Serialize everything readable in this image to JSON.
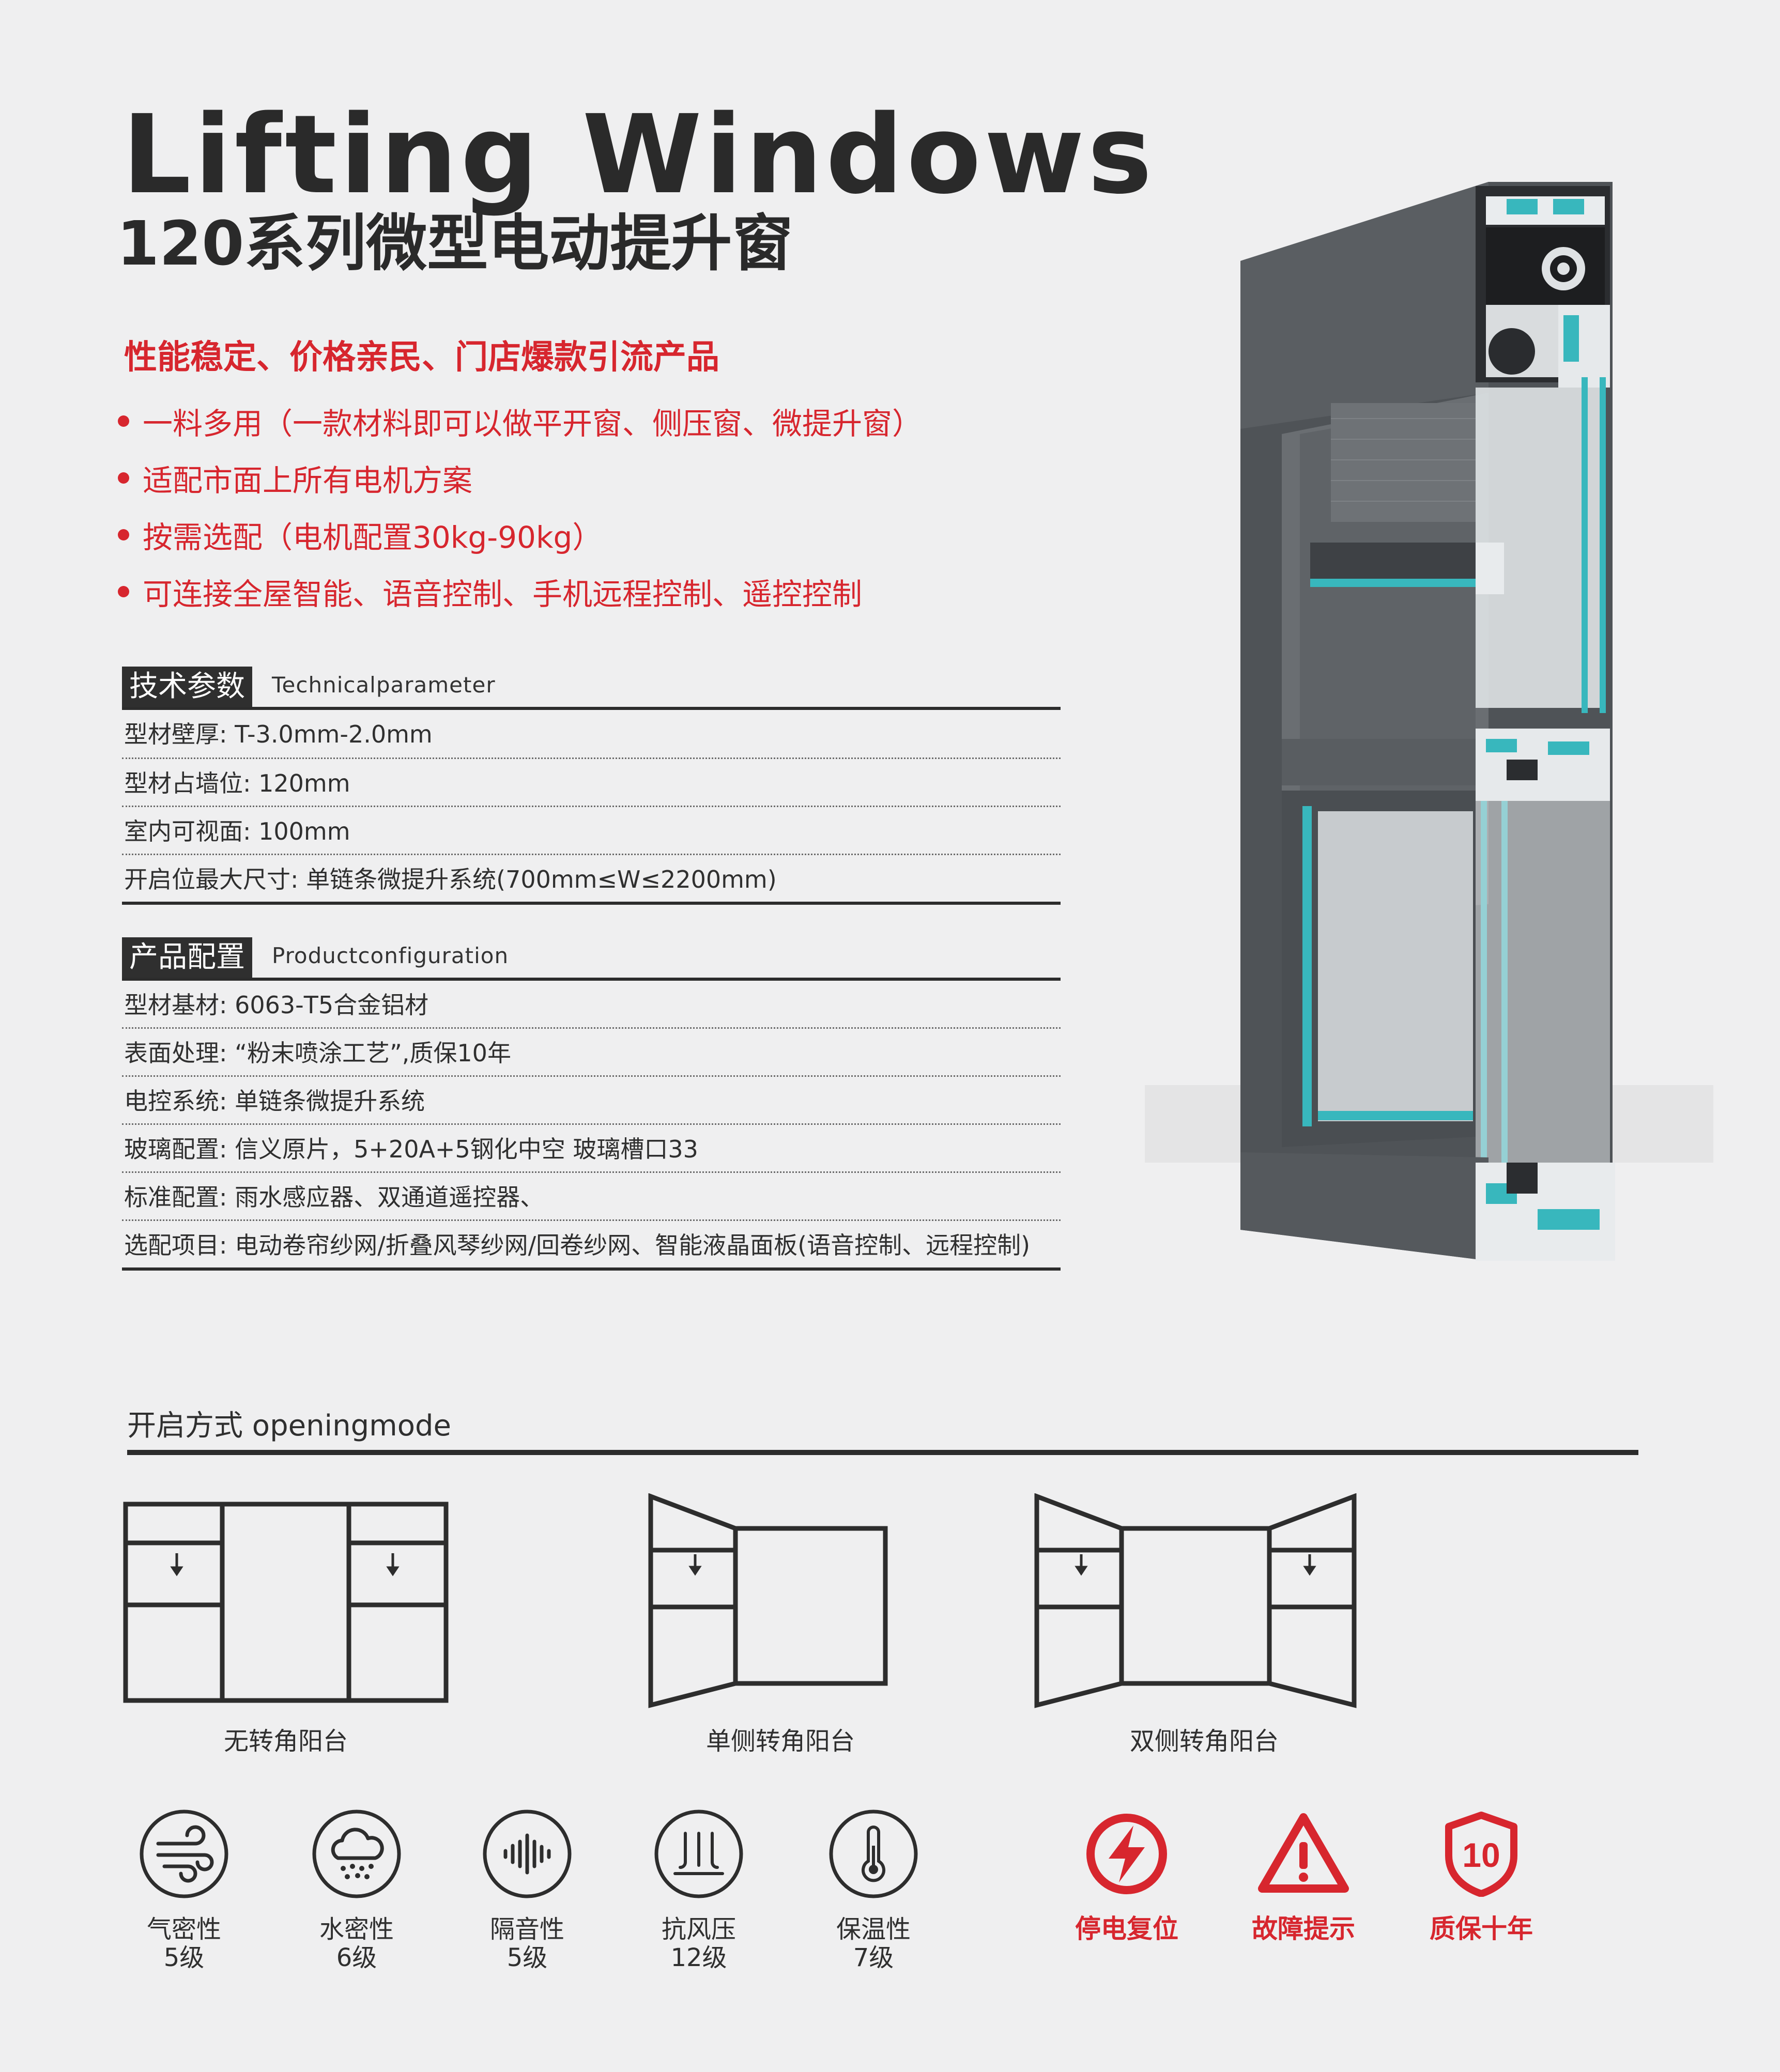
{
  "title_en": "Lifting Windows",
  "title_cn": "120系列微型电动提升窗",
  "slogan": "性能稳定、价格亲民、门店爆款引流产品",
  "bullets": [
    "一料多用（一款材料即可以做平开窗、侧压窗、微提升窗）",
    "适配市面上所有电机方案",
    "按需选配（电机配置30kg-90kg）",
    "可连接全屋智能、语音控制、手机远程控制、遥控控制"
  ],
  "tech": {
    "tag": "技术参数",
    "en": "Technicalparameter",
    "rows": [
      "型材壁厚: T-3.0mm-2.0mm",
      "型材占墙位: 120mm",
      "室内可视面: 100mm",
      "开启位最大尺寸: 单链条微提升系统(700mm≤W≤2200mm)"
    ]
  },
  "config": {
    "tag": "产品配置",
    "en": "Productconfiguration",
    "rows": [
      "型材基材: 6063-T5合金铝材",
      "表面处理: “粉末喷涂工艺”,质保10年",
      "电控系统: 单链条微提升系统",
      "玻璃配置: 信义原片，5+20A+5钢化中空  玻璃槽口33",
      "标准配置: 雨水感应器、双通道遥控器、",
      "选配项目: 电动卷帘纱网/折叠风琴纱网/回卷纱网、智能液晶面板(语音控制、远程控制)"
    ]
  },
  "opening": {
    "title": "开启方式 openingmode",
    "modes": [
      "无转角阳台",
      "单侧转角阳台",
      "双侧转角阳台"
    ]
  },
  "features": [
    {
      "name": "气密性",
      "level": "5级",
      "icon": "wind-icon"
    },
    {
      "name": "水密性",
      "level": "6级",
      "icon": "rain-cloud-icon"
    },
    {
      "name": "隔音性",
      "level": "5级",
      "icon": "soundwave-icon"
    },
    {
      "name": "抗风压",
      "level": "12级",
      "icon": "wind-pressure-icon"
    },
    {
      "name": "保温性",
      "level": "7级",
      "icon": "thermometer-icon"
    }
  ],
  "badges": [
    {
      "name": "停电复位",
      "icon": "power-bolt-icon"
    },
    {
      "name": "故障提示",
      "icon": "warning-triangle-icon"
    },
    {
      "name": "质保十年",
      "icon": "shield-10-icon",
      "number": "10"
    }
  ],
  "colors": {
    "accent_red": "#d7262e",
    "frame_gray": "#4e5256",
    "glass_teal": "#38b7bd",
    "background": "#efeff0"
  }
}
